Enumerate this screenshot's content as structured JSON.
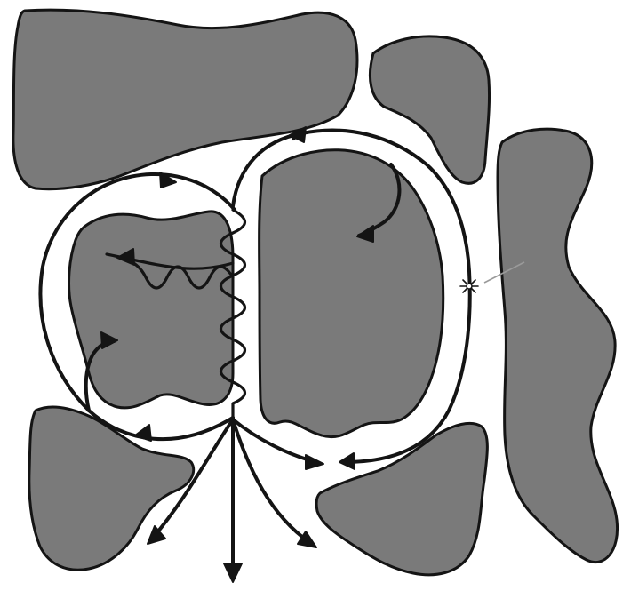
{
  "colors": {
    "background": "#ffffff",
    "blob_fill": "#7a7a7a",
    "outline": "#141414",
    "line": "#141414",
    "faint": "#9a9a9a"
  },
  "shapes": [
    "gray-blob-top-left",
    "gray-blob-top-right",
    "gray-blob-right-column",
    "gray-blob-left-middle",
    "gray-blob-center",
    "gray-blob-bottom-left",
    "gray-blob-bottom-right"
  ],
  "connectors": {
    "wavy_lines": [
      "wavy-line-vertical",
      "wavy-line-horizontal"
    ],
    "arrows": [
      "arrow-top-left",
      "arrow-top-center",
      "arrow-hook-top-right",
      "arrow-inner-left",
      "arrow-hook-left",
      "arrow-down-left",
      "arrow-down-center",
      "arrow-down-right",
      "arrow-center-right",
      "arrow-right-loop"
    ],
    "markers": [
      "spark-icon"
    ]
  }
}
